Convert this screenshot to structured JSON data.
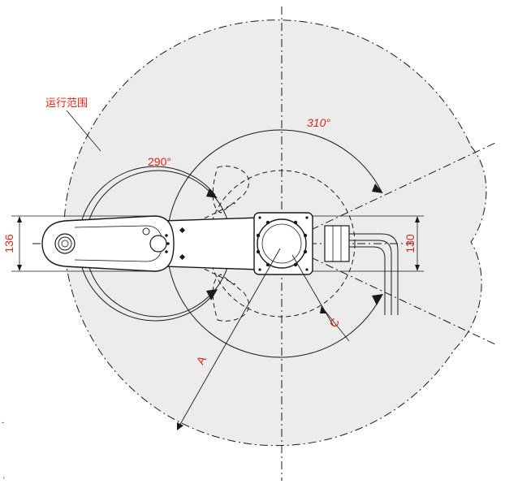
{
  "labels": {
    "range_label": "运行范围",
    "angle_j1": "310°",
    "angle_j2": "290°",
    "dim_a": "A",
    "dim_c": "C",
    "width_arm": "136",
    "width_base": "130"
  },
  "colors": {
    "annotation": "#e1251b",
    "envelope_fill": "#ececec",
    "line": "#1a1a1a"
  }
}
